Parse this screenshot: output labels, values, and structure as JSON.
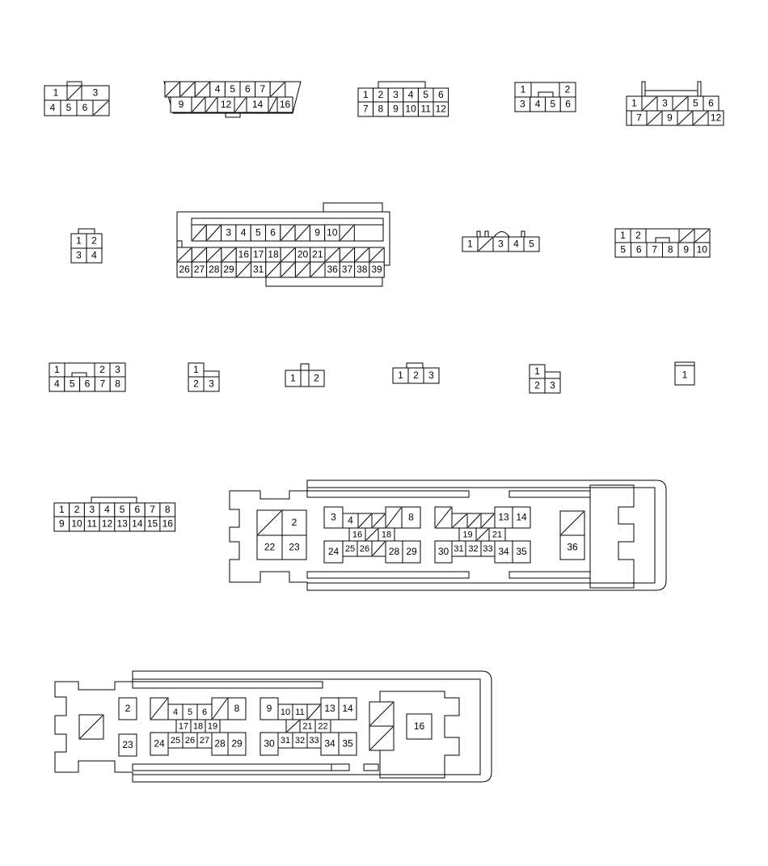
{
  "diagram": {
    "connectors": [
      {
        "id": "c1",
        "rows": [
          [
            "1",
            null,
            "3"
          ],
          [
            "4",
            "5",
            "6",
            null
          ]
        ]
      },
      {
        "id": "c2",
        "rows": [
          [
            null,
            null,
            null,
            "4",
            "5",
            "6",
            "7",
            null
          ],
          [
            "9",
            null,
            null,
            "12",
            null,
            "14",
            null,
            "16"
          ]
        ]
      },
      {
        "id": "c3",
        "rows": [
          [
            "1",
            "2",
            "3",
            "4",
            "5",
            "6"
          ],
          [
            "7",
            "8",
            "9",
            "10",
            "11",
            "12"
          ]
        ]
      },
      {
        "id": "c4",
        "rows": [
          [
            "1",
            "2"
          ],
          [
            "3",
            "4",
            "5",
            "6"
          ]
        ]
      },
      {
        "id": "c5",
        "rows": [
          [
            "1",
            null,
            "3",
            null,
            "5",
            "6"
          ],
          [
            "7",
            null,
            "9",
            null,
            null,
            "12"
          ]
        ]
      },
      {
        "id": "c6",
        "rows": [
          [
            "1",
            "2"
          ],
          [
            "3",
            "4"
          ]
        ]
      },
      {
        "id": "c7",
        "rows": [
          [
            null,
            null,
            "3",
            "4",
            "5",
            "6",
            null,
            null,
            "9",
            "10",
            null
          ],
          [
            null,
            null,
            null,
            null,
            "16",
            "17",
            "18",
            null,
            "20",
            "21",
            null,
            null,
            null,
            null
          ],
          [
            "26",
            "27",
            "28",
            "29",
            null,
            "31",
            null,
            null,
            null,
            null,
            "36",
            "37",
            "38",
            "39"
          ]
        ]
      },
      {
        "id": "c8",
        "rows": [
          [
            "1",
            null,
            "3",
            "4",
            "5"
          ]
        ]
      },
      {
        "id": "c9",
        "rows": [
          [
            "1",
            "2",
            null,
            null
          ],
          [
            "5",
            "6",
            "7",
            "8",
            "9",
            "10"
          ]
        ]
      },
      {
        "id": "c10",
        "rows": [
          [
            "1",
            "2",
            "3"
          ],
          [
            "4",
            "5",
            "6",
            "7",
            "8"
          ]
        ]
      },
      {
        "id": "c11",
        "rows": [
          [
            "1"
          ],
          [
            "2",
            "3"
          ]
        ]
      },
      {
        "id": "c12",
        "rows": [
          [
            "1",
            "2"
          ]
        ]
      },
      {
        "id": "c13",
        "rows": [
          [
            "1",
            "2",
            "3"
          ]
        ]
      },
      {
        "id": "c14",
        "rows": [
          [
            "1"
          ],
          [
            "2",
            "3"
          ]
        ]
      },
      {
        "id": "c15",
        "rows": [
          [
            "1"
          ]
        ]
      },
      {
        "id": "c16",
        "rows": [
          [
            "1",
            "2",
            "3",
            "4",
            "5",
            "6",
            "7",
            "8"
          ],
          [
            "9",
            "10",
            "11",
            "12",
            "13",
            "14",
            "15",
            "16"
          ]
        ]
      },
      {
        "id": "c17",
        "pins": [
          "2",
          "22",
          "23",
          "3",
          "4",
          "8",
          "16",
          "18",
          "24",
          "25",
          "26",
          "28",
          "29",
          "13",
          "14",
          "19",
          "21",
          "30",
          "31",
          "32",
          "33",
          "34",
          "35",
          "36"
        ]
      },
      {
        "id": "c18",
        "pins": [
          "2",
          "23",
          "4",
          "5",
          "6",
          "8",
          "17",
          "18",
          "19",
          "24",
          "25",
          "26",
          "27",
          "28",
          "29",
          "9",
          "10",
          "11",
          "13",
          "14",
          "21",
          "22",
          "30",
          "31",
          "32",
          "33",
          "34",
          "35",
          "16"
        ]
      }
    ]
  }
}
